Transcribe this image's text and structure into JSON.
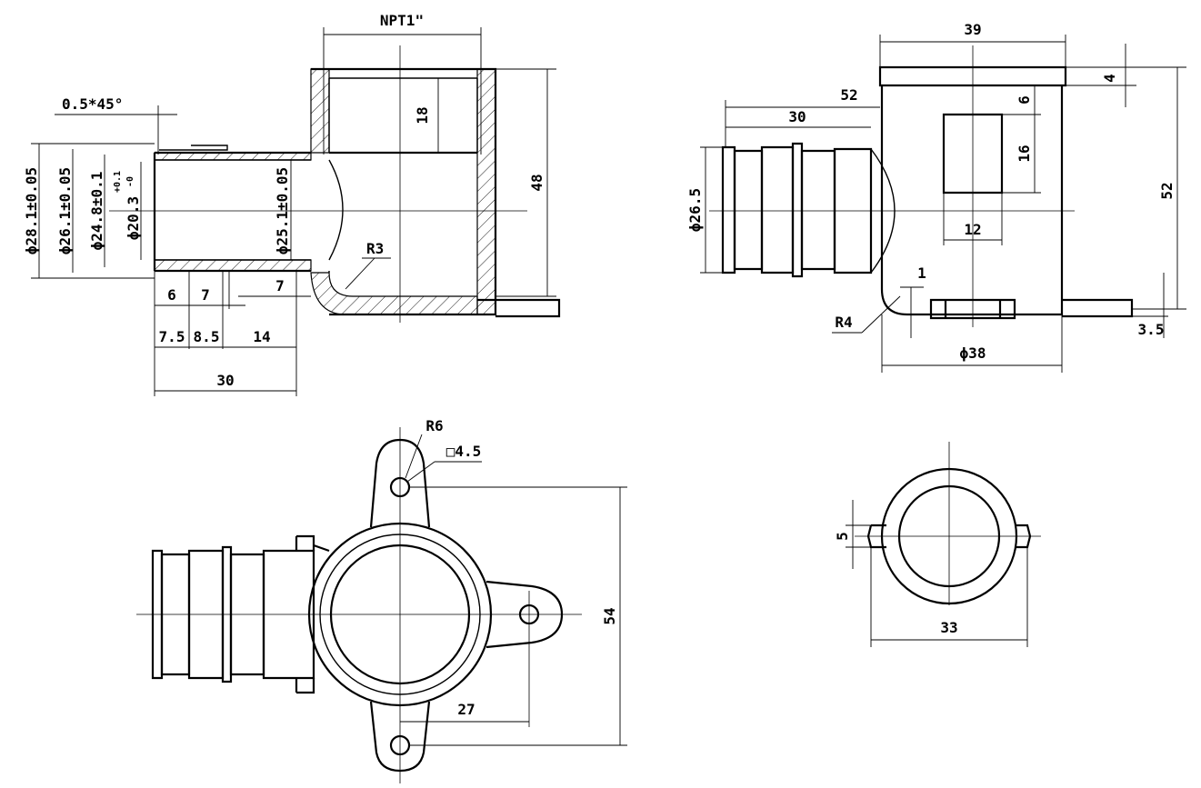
{
  "section_view": {
    "npt": "NPT1\"",
    "chamfer": "0.5*45°",
    "dia_28": "ϕ28.1±0.05",
    "dia_26": "ϕ26.1±0.05",
    "dia_24": "ϕ24.8±0.1",
    "dia_20": "ϕ20.3",
    "dia_20_tol_upper": "+0.1",
    "dia_20_tol_lower": "-0",
    "dia_25": "ϕ25.1±0.05",
    "thread_depth": "18",
    "height": "48",
    "radius": "R3",
    "d_6": "6",
    "d_7a": "7",
    "d_7b": "7",
    "d_7_5": "7.5",
    "d_8_5": "8.5",
    "d_14": "14",
    "d_30": "30"
  },
  "front_view": {
    "width": "39",
    "flange": "4",
    "d_52h": "52",
    "d_30": "30",
    "d_6": "6",
    "d_16": "16",
    "dia_26": "ϕ26.5",
    "d_12": "12",
    "d_52v": "52",
    "d_1": "1",
    "radius": "R4",
    "dia_38": "ϕ38",
    "d_3_5": "3.5"
  },
  "top_view": {
    "radius": "R6",
    "square": "□4.5",
    "d_54": "54",
    "d_27": "27"
  },
  "end_view": {
    "d_5": "5",
    "d_33": "33"
  }
}
